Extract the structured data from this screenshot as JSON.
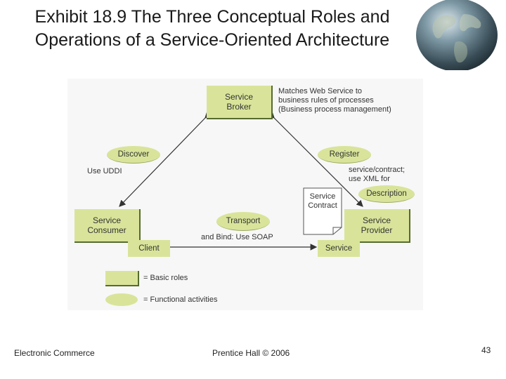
{
  "slide": {
    "title": "Exhibit 18.9 The Three Conceptual Roles and Operations of a Service-Oriented Architecture",
    "footer_left": "Electronic Commerce",
    "footer_center": "Prentice Hall © 2006",
    "page_number": "43"
  },
  "diagram": {
    "roles": {
      "broker_1": "Service",
      "broker_2": "Broker",
      "consumer_1": "Service",
      "consumer_2": "Consumer",
      "provider_1": "Service",
      "provider_2": "Provider"
    },
    "sub_boxes": {
      "client": "Client",
      "service": "Service"
    },
    "activities": {
      "discover": "Discover",
      "register": "Register",
      "transport": "Transport",
      "description": "Description"
    },
    "notes": {
      "broker_1": "Matches Web Service to",
      "broker_2": "business rules of processes",
      "broker_3": "(Business process management)",
      "uddi": "Use UDDI",
      "register_1": "service/contract;",
      "register_2": "use XML for",
      "bind": "and Bind: Use SOAP"
    },
    "contract": {
      "line_1": "Service",
      "line_2": "Contract"
    },
    "legend": {
      "basic_roles": "= Basic roles",
      "functional": "= Functional activities"
    },
    "colors": {
      "role_fill": "#d9e49a",
      "role_shadow": "#556b2f"
    }
  }
}
